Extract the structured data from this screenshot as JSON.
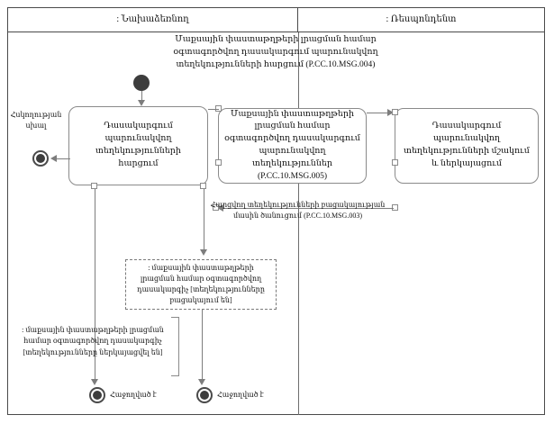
{
  "lanes": {
    "left": ": Նախաձեռնող",
    "right": ": Ռեսպոնդենտ"
  },
  "messages": {
    "request_msg004": "Մաքսային փաստաթղթերի լրացման համար օգտագործվող դասակարգում պարունակվող տեղեկությունների հարցում (P.CC.10.MSG.004)",
    "info_msg005": "Մաքսային փաստաթղթերի լրացման համար օգտագործվող դասակարգում պարունակվող տեղեկություններ (P.CC.10.MSG.005)",
    "notify_absent_msg003": "Հարցվող տեղեկությունների բացակայության մասին ծանուցում (P.CC.10.MSG.003)"
  },
  "activities": {
    "request": "Դասակարգում պարունակվող տեղեկությունների հարցում",
    "process": "Դասակարգում պարունակվող տեղեկությունների մշակում և ներկայացում"
  },
  "notes": {
    "absent": ": մաքսային փաստաթղթերի լրացման համար օգտագործվող դասակարգիչ [տեղեկությունները բացակայում են]",
    "presented": ": մաքսային փաստաթղթերի լրացման համար օգտագործվող դասակարգիչ [տեղեկությունները ներկայացվել են]"
  },
  "labels": {
    "control_error": "Հսկողության սխալ",
    "success_left": "Հաջողված է",
    "success_right": "Հաջողված է"
  },
  "colors": {
    "frame": "#4a4a4a",
    "box_border": "#8a8a8a",
    "connector": "#7d7d7d",
    "node_fill": "#3d3d3d",
    "background": "#ffffff"
  }
}
